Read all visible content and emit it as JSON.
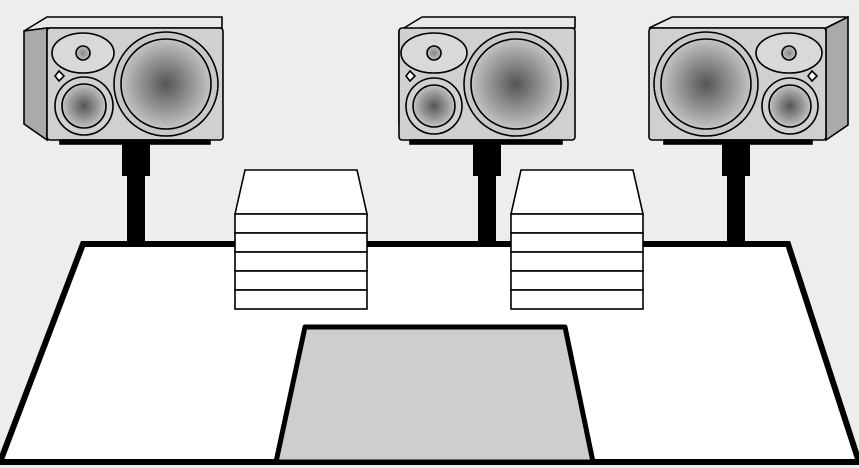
{
  "colors": {
    "background": "#eceeed",
    "outline": "#000000",
    "desk_surface": "#ffffff",
    "speaker_front": "#cfd0d0",
    "speaker_side": "#a9aaaa",
    "speaker_top": "#e6e7e7",
    "driver_center": "#555555",
    "driver_edge": "#c4c4c4",
    "stand": "#000000",
    "monitor_pad": "#ffffff",
    "desk_mat": "#cdcecd"
  },
  "speakers": [
    {
      "name": "left-speaker",
      "side": "left",
      "woofer_side": "right"
    },
    {
      "name": "center-speaker",
      "side": "center",
      "woofer_side": "right"
    },
    {
      "name": "right-speaker",
      "side": "right",
      "woofer_side": "left"
    }
  ],
  "pads": [
    {
      "name": "left-monitor-pad-stack",
      "layers": 5
    },
    {
      "name": "right-monitor-pad-stack",
      "layers": 5
    }
  ]
}
